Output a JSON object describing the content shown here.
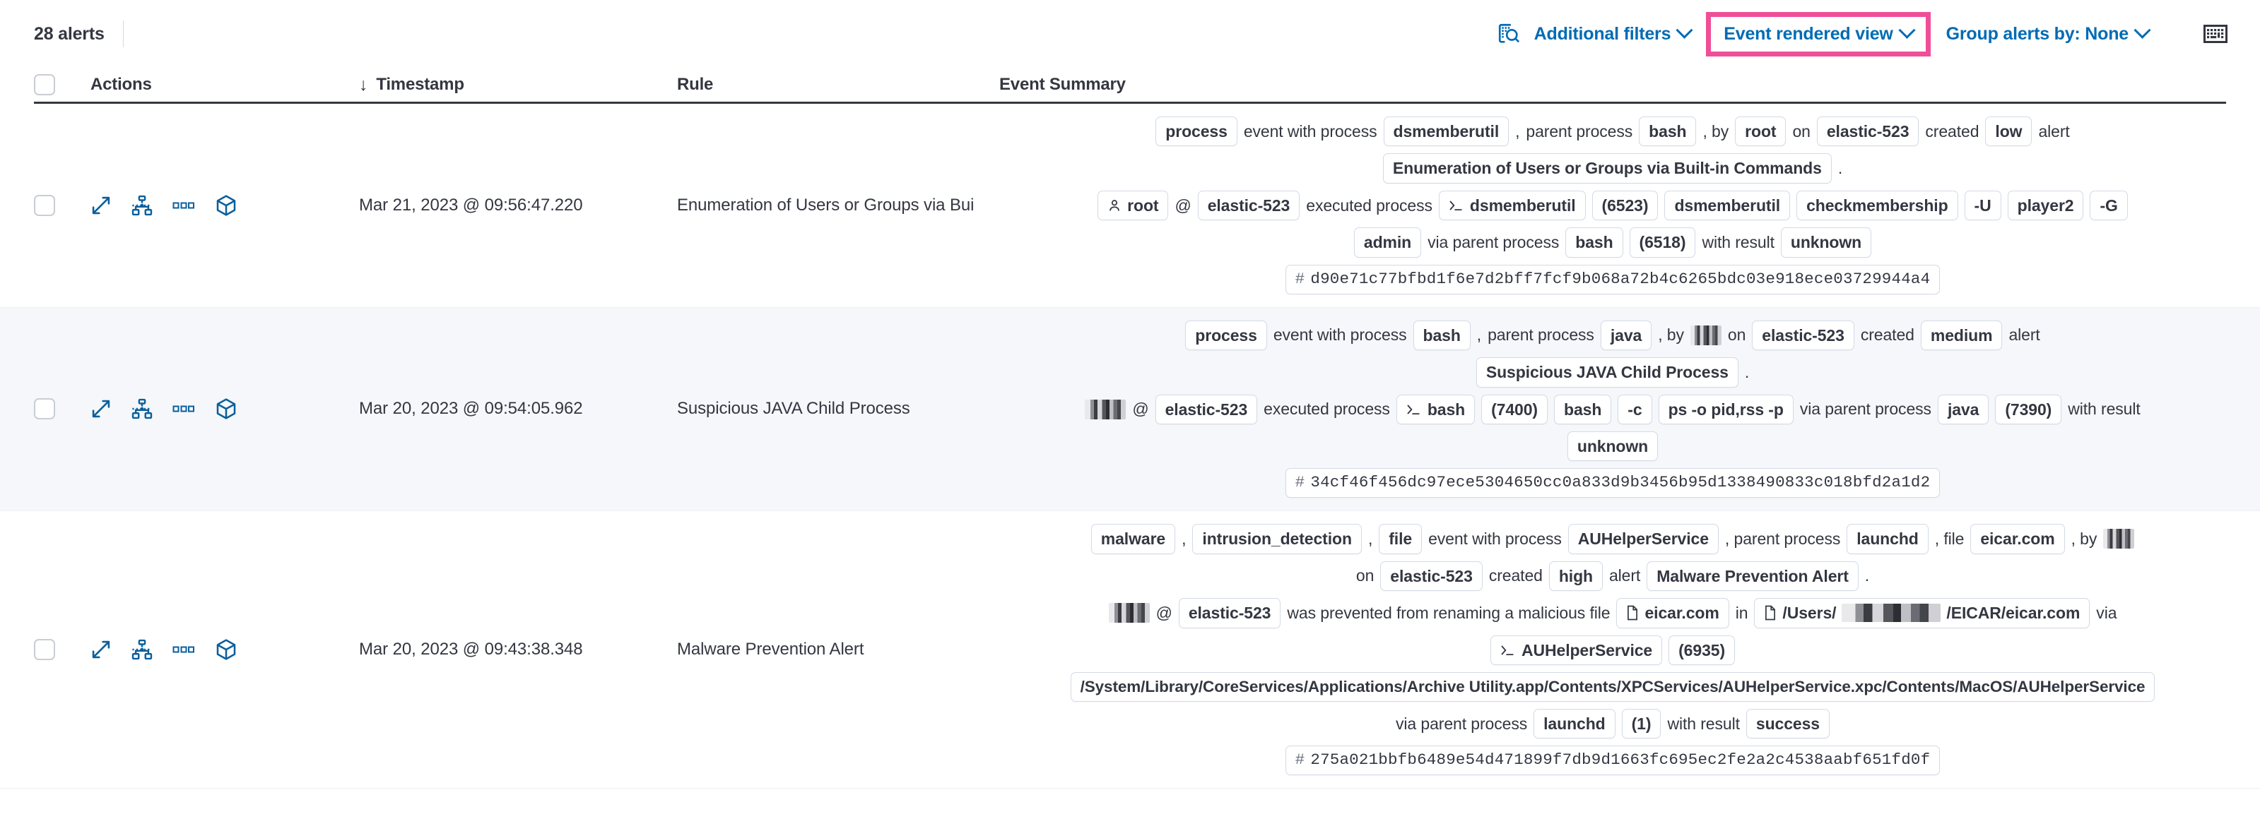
{
  "toolbar": {
    "alert_count": "28 alerts",
    "additional_filters": "Additional filters",
    "view_mode": "Event rendered view",
    "group_by": "Group alerts by: None",
    "highlight_color": "#f04e98",
    "link_color": "#006bb4",
    "icons": {
      "inspect": "inspect-icon",
      "keyboard": "keyboard-icon"
    }
  },
  "table": {
    "headers": {
      "actions": "Actions",
      "timestamp": "Timestamp",
      "rule": "Rule",
      "event_summary": "Event Summary",
      "sort_arrow": "↓"
    },
    "rows": [
      {
        "timestamp": "Mar 21, 2023 @ 09:56:47.220",
        "rule": "Enumeration of Users or Groups via Bui",
        "summary_lines": [
          [
            {
              "t": "pill",
              "v": "process"
            },
            {
              "t": "text",
              "v": "event with process"
            },
            {
              "t": "pill",
              "v": "dsmemberutil"
            },
            {
              "t": "text",
              "v": ","
            },
            {
              "t": "text",
              "v": "parent process"
            },
            {
              "t": "pill",
              "v": "bash"
            },
            {
              "t": "text",
              "v": ", by"
            },
            {
              "t": "pill",
              "v": "root"
            },
            {
              "t": "text",
              "v": "on"
            },
            {
              "t": "pill",
              "v": "elastic-523"
            },
            {
              "t": "text",
              "v": "created"
            },
            {
              "t": "pill",
              "v": "low"
            },
            {
              "t": "text",
              "v": "alert"
            }
          ],
          [
            {
              "t": "pill",
              "v": "Enumeration of Users or Groups via Built-in Commands"
            },
            {
              "t": "text",
              "v": "."
            }
          ],
          [
            {
              "t": "pill",
              "v": "root",
              "icon": "user-icon"
            },
            {
              "t": "text",
              "v": "@"
            },
            {
              "t": "pill",
              "v": "elastic-523"
            },
            {
              "t": "text",
              "v": "executed process"
            },
            {
              "t": "pill",
              "v": "dsmemberutil",
              "icon": "console-icon"
            },
            {
              "t": "pill",
              "v": "(6523)"
            },
            {
              "t": "pill",
              "v": "dsmemberutil"
            },
            {
              "t": "pill",
              "v": "checkmembership"
            },
            {
              "t": "pill",
              "v": "-U"
            },
            {
              "t": "pill",
              "v": "player2"
            },
            {
              "t": "pill",
              "v": "-G"
            }
          ],
          [
            {
              "t": "pill",
              "v": "admin"
            },
            {
              "t": "text",
              "v": "via parent process"
            },
            {
              "t": "pill",
              "v": "bash"
            },
            {
              "t": "pill",
              "v": "(6518)"
            },
            {
              "t": "text",
              "v": "with result"
            },
            {
              "t": "pill",
              "v": "unknown"
            }
          ],
          [
            {
              "t": "hash",
              "v": "d90e71c77bfbd1f6e7d2bff7fcf9b068a72b4c6265bdc03e918ece03729944a4"
            }
          ]
        ]
      },
      {
        "timestamp": "Mar 20, 2023 @ 09:54:05.962",
        "rule": "Suspicious JAVA Child Process",
        "summary_lines": [
          [
            {
              "t": "pill",
              "v": "process"
            },
            {
              "t": "text",
              "v": "event with process"
            },
            {
              "t": "pill",
              "v": "bash"
            },
            {
              "t": "text",
              "v": ","
            },
            {
              "t": "text",
              "v": "parent process"
            },
            {
              "t": "pill",
              "v": "java"
            },
            {
              "t": "text",
              "v": ", by"
            },
            {
              "t": "redact",
              "size": "small"
            },
            {
              "t": "text",
              "v": "on"
            },
            {
              "t": "pill",
              "v": "elastic-523"
            },
            {
              "t": "text",
              "v": "created"
            },
            {
              "t": "pill",
              "v": "medium"
            },
            {
              "t": "text",
              "v": "alert"
            }
          ],
          [
            {
              "t": "pill",
              "v": "Suspicious JAVA Child Process"
            },
            {
              "t": "text",
              "v": "."
            }
          ],
          [
            {
              "t": "redact",
              "size": "med"
            },
            {
              "t": "text",
              "v": "@"
            },
            {
              "t": "pill",
              "v": "elastic-523"
            },
            {
              "t": "text",
              "v": "executed process"
            },
            {
              "t": "pill",
              "v": "bash",
              "icon": "console-icon"
            },
            {
              "t": "pill",
              "v": "(7400)"
            },
            {
              "t": "pill",
              "v": "bash"
            },
            {
              "t": "pill",
              "v": "-c"
            },
            {
              "t": "pill",
              "v": "ps -o pid,rss -p"
            },
            {
              "t": "text",
              "v": "via parent process"
            },
            {
              "t": "pill",
              "v": "java"
            },
            {
              "t": "pill",
              "v": "(7390)"
            },
            {
              "t": "text",
              "v": "with result"
            }
          ],
          [
            {
              "t": "pill",
              "v": "unknown"
            }
          ],
          [
            {
              "t": "hash",
              "v": "34cf46f456dc97ece5304650cc0a833d9b3456b95d1338490833c018bfd2a1d2"
            }
          ]
        ]
      },
      {
        "timestamp": "Mar 20, 2023 @ 09:43:38.348",
        "rule": "Malware Prevention Alert",
        "summary_lines": [
          [
            {
              "t": "pill",
              "v": "malware"
            },
            {
              "t": "text",
              "v": ","
            },
            {
              "t": "pill",
              "v": "intrusion_detection"
            },
            {
              "t": "text",
              "v": ","
            },
            {
              "t": "pill",
              "v": "file"
            },
            {
              "t": "text",
              "v": "event with process"
            },
            {
              "t": "pill",
              "v": "AUHelperService"
            },
            {
              "t": "text",
              "v": ", parent process"
            },
            {
              "t": "pill",
              "v": "launchd"
            },
            {
              "t": "text",
              "v": ", file"
            },
            {
              "t": "pill",
              "v": "eicar.com"
            },
            {
              "t": "text",
              "v": ", by"
            },
            {
              "t": "redact",
              "size": "small"
            }
          ],
          [
            {
              "t": "text",
              "v": "on"
            },
            {
              "t": "pill",
              "v": "elastic-523"
            },
            {
              "t": "text",
              "v": "created"
            },
            {
              "t": "pill",
              "v": "high"
            },
            {
              "t": "text",
              "v": "alert"
            },
            {
              "t": "pill",
              "v": "Malware Prevention Alert"
            },
            {
              "t": "text",
              "v": "."
            }
          ],
          [
            {
              "t": "redact",
              "size": "med"
            },
            {
              "t": "text",
              "v": "@"
            },
            {
              "t": "pill",
              "v": "elastic-523"
            },
            {
              "t": "text",
              "v": "was prevented from renaming a malicious file"
            },
            {
              "t": "pill",
              "v": "eicar.com",
              "icon": "file-icon"
            },
            {
              "t": "text",
              "v": "in"
            },
            {
              "t": "pill-redact-path",
              "pre": "/Users/",
              "post": "/EICAR/eicar.com",
              "icon": "file-icon"
            },
            {
              "t": "text",
              "v": "via"
            }
          ],
          [
            {
              "t": "pill",
              "v": "AUHelperService",
              "icon": "console-icon"
            },
            {
              "t": "pill",
              "v": "(6935)"
            }
          ],
          [
            {
              "t": "pill-path",
              "v": "/System/Library/CoreServices/Applications/Archive Utility.app/Contents/XPCServices/AUHelperService.xpc/Contents/MacOS/AUHelperService"
            }
          ],
          [
            {
              "t": "text",
              "v": "via parent process"
            },
            {
              "t": "pill",
              "v": "launchd"
            },
            {
              "t": "pill",
              "v": "(1)"
            },
            {
              "t": "text",
              "v": "with result"
            },
            {
              "t": "pill",
              "v": "success"
            }
          ],
          [
            {
              "t": "hash",
              "v": "275a021bbfb6489e54d471899f7db9d1663fc695ec2fe2a2c4538aabf651fd0f"
            }
          ]
        ]
      }
    ],
    "row_action_icons": [
      "expand-icon",
      "session-view-icon",
      "more-actions-icon",
      "analyzer-cube-icon"
    ]
  }
}
